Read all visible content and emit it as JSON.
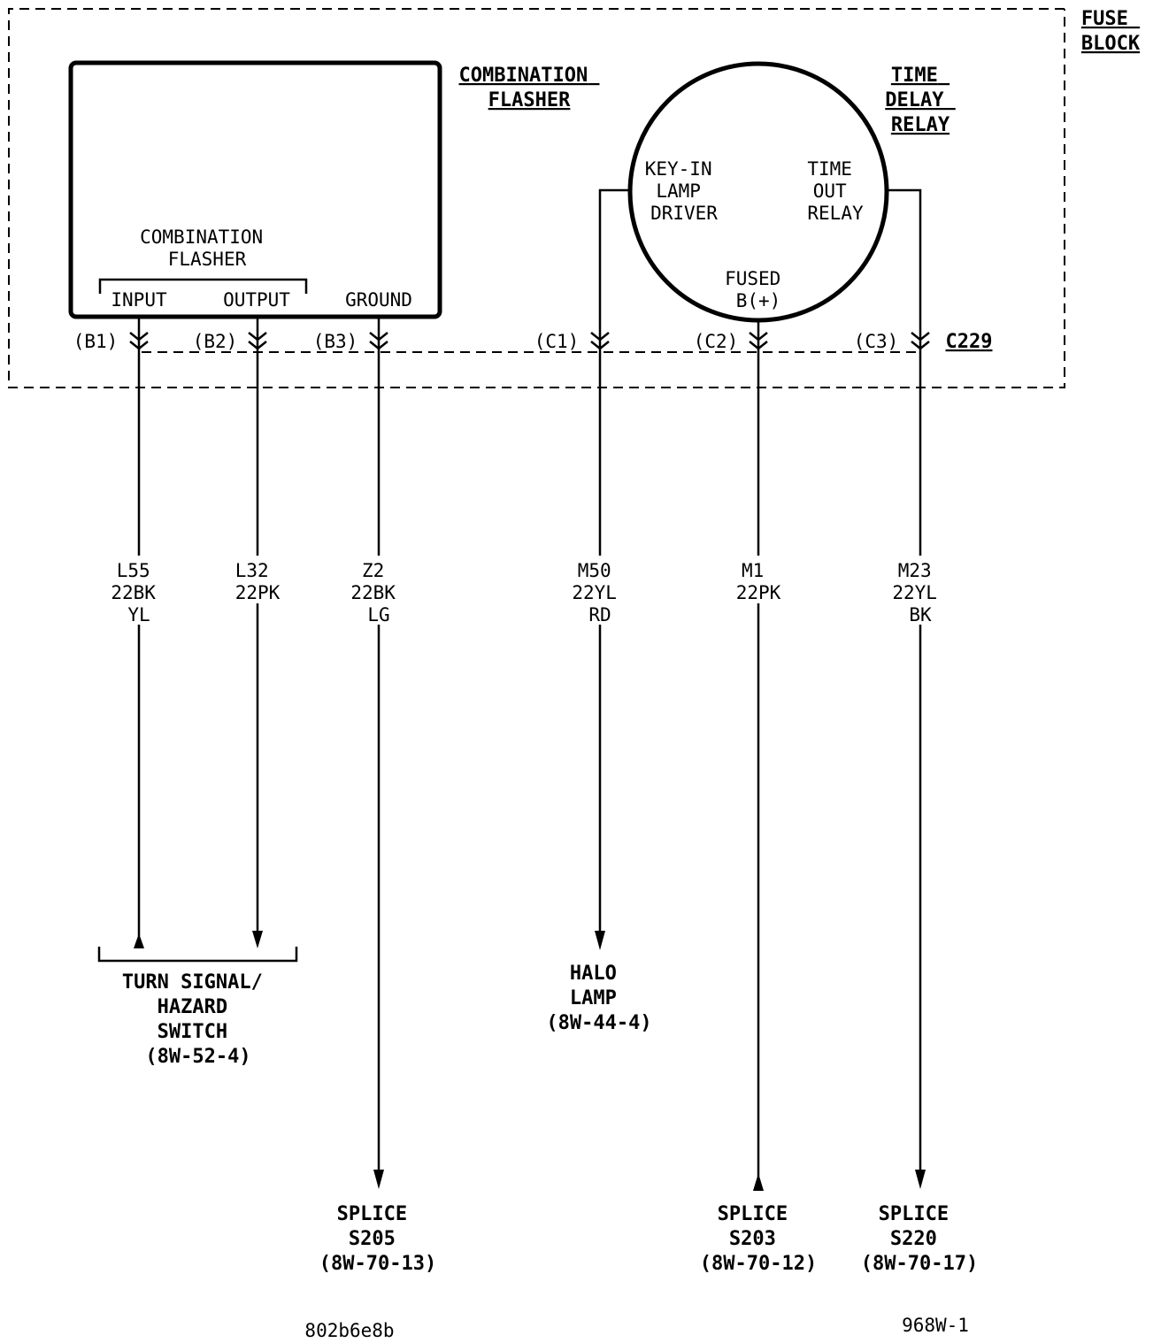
{
  "fuse_block": {
    "label_line1": "FUSE",
    "label_line2": "BLOCK"
  },
  "combination_flasher": {
    "title_line1": "COMBINATION",
    "title_line2": "FLASHER",
    "inner_line1": "COMBINATION",
    "inner_line2": "FLASHER",
    "input": "INPUT",
    "output": "OUTPUT",
    "ground": "GROUND"
  },
  "time_delay_relay": {
    "title_line1": "TIME",
    "title_line2": "DELAY",
    "title_line3": "RELAY",
    "left_line1": "KEY-IN",
    "left_line2": "LAMP",
    "left_line3": "DRIVER",
    "right_line1": "TIME",
    "right_line2": "OUT",
    "right_line3": "RELAY",
    "bottom_line1": "FUSED",
    "bottom_line2": "B(+)"
  },
  "connector": {
    "name": "C229"
  },
  "pins": [
    "(B1)",
    "(B2)",
    "(B3)",
    "(C1)",
    "(C2)",
    "(C3)"
  ],
  "wires": [
    {
      "circuit": "L55",
      "gauge_color": "22BK",
      "tracer": "YL"
    },
    {
      "circuit": "L32",
      "gauge_color": "22PK",
      "tracer": ""
    },
    {
      "circuit": "Z2",
      "gauge_color": "22BK",
      "tracer": "LG"
    },
    {
      "circuit": "M50",
      "gauge_color": "22YL",
      "tracer": "RD"
    },
    {
      "circuit": "M1",
      "gauge_color": "22PK",
      "tracer": ""
    },
    {
      "circuit": "M23",
      "gauge_color": "22YL",
      "tracer": "BK"
    }
  ],
  "destinations": {
    "turn_signal": {
      "line1": "TURN SIGNAL/",
      "line2": "HAZARD",
      "line3": "SWITCH",
      "line4": "(8W-52-4)"
    },
    "halo_lamp": {
      "line1": "HALO",
      "line2": "LAMP",
      "line3": "(8W-44-4)"
    },
    "splice_s205": {
      "line1": "SPLICE",
      "line2": "S205",
      "line3": "(8W-70-13)"
    },
    "splice_s203": {
      "line1": "SPLICE",
      "line2": "S203",
      "line3": "(8W-70-12)"
    },
    "splice_s220": {
      "line1": "SPLICE",
      "line2": "S220",
      "line3": "(8W-70-17)"
    }
  },
  "footer": {
    "left_code": "802b6e8b",
    "right_code": "968W-1"
  }
}
